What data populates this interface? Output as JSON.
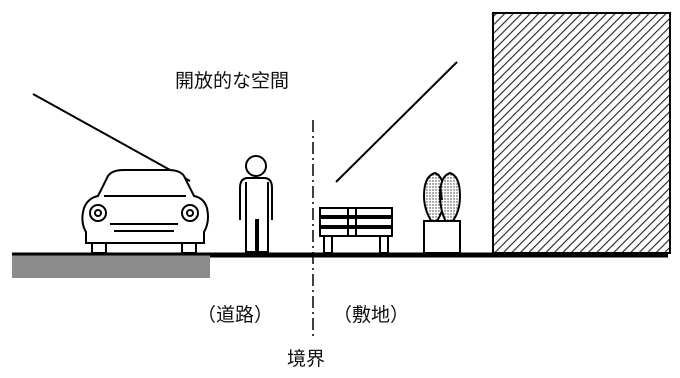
{
  "diagram": {
    "title": "開放的な空間",
    "label_road": "（道路）",
    "label_site": "（敷地）",
    "label_boundary": "境界"
  }
}
